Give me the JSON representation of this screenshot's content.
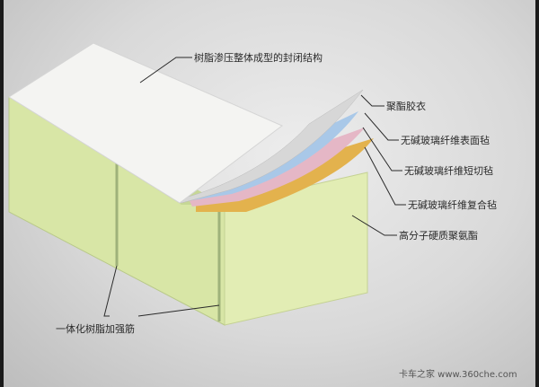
{
  "labels": {
    "structure": "树脂渗压整体成型的封闭结构",
    "gelcoat": "聚酯胶衣",
    "surface_mat": "无碱玻璃纤维表面毡",
    "chopped_mat": "无碱玻璃纤维短切毡",
    "composite_mat": "无碱玻璃纤维复合毡",
    "foam": "高分子硬质聚氨酯",
    "rib": "一体化树脂加强筋"
  },
  "watermark": "卡车之家 www.360che.com",
  "colors": {
    "top_face": "#f4f4f2",
    "foam_front": "#d8e6a6",
    "foam_right": "#e2edb4",
    "gelcoat_layer": "#d7d7d7",
    "surface_mat_layer": "#a9c8e8",
    "chopped_mat_layer": "#e5b7c6",
    "composite_mat_layer": "#e3b24d"
  }
}
